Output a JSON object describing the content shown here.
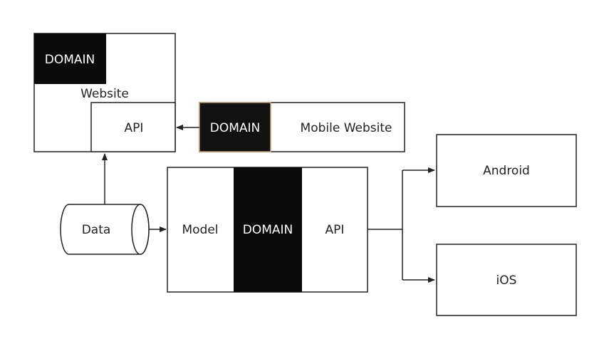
{
  "diagram": {
    "website": {
      "domain_label": "DOMAIN",
      "title": "Website",
      "api_label": "API"
    },
    "mobile": {
      "domain_label": "DOMAIN",
      "title": "Mobile Website"
    },
    "data_label": "Data",
    "core": {
      "model_label": "Model",
      "domain_label": "DOMAIN",
      "api_label": "API"
    },
    "android_label": "Android",
    "ios_label": "iOS"
  },
  "colors": {
    "line": "#222222",
    "domain_fill": "#0b0b0b",
    "domain_text": "#ffffff",
    "mobile_domain_border": "#c8a878"
  }
}
